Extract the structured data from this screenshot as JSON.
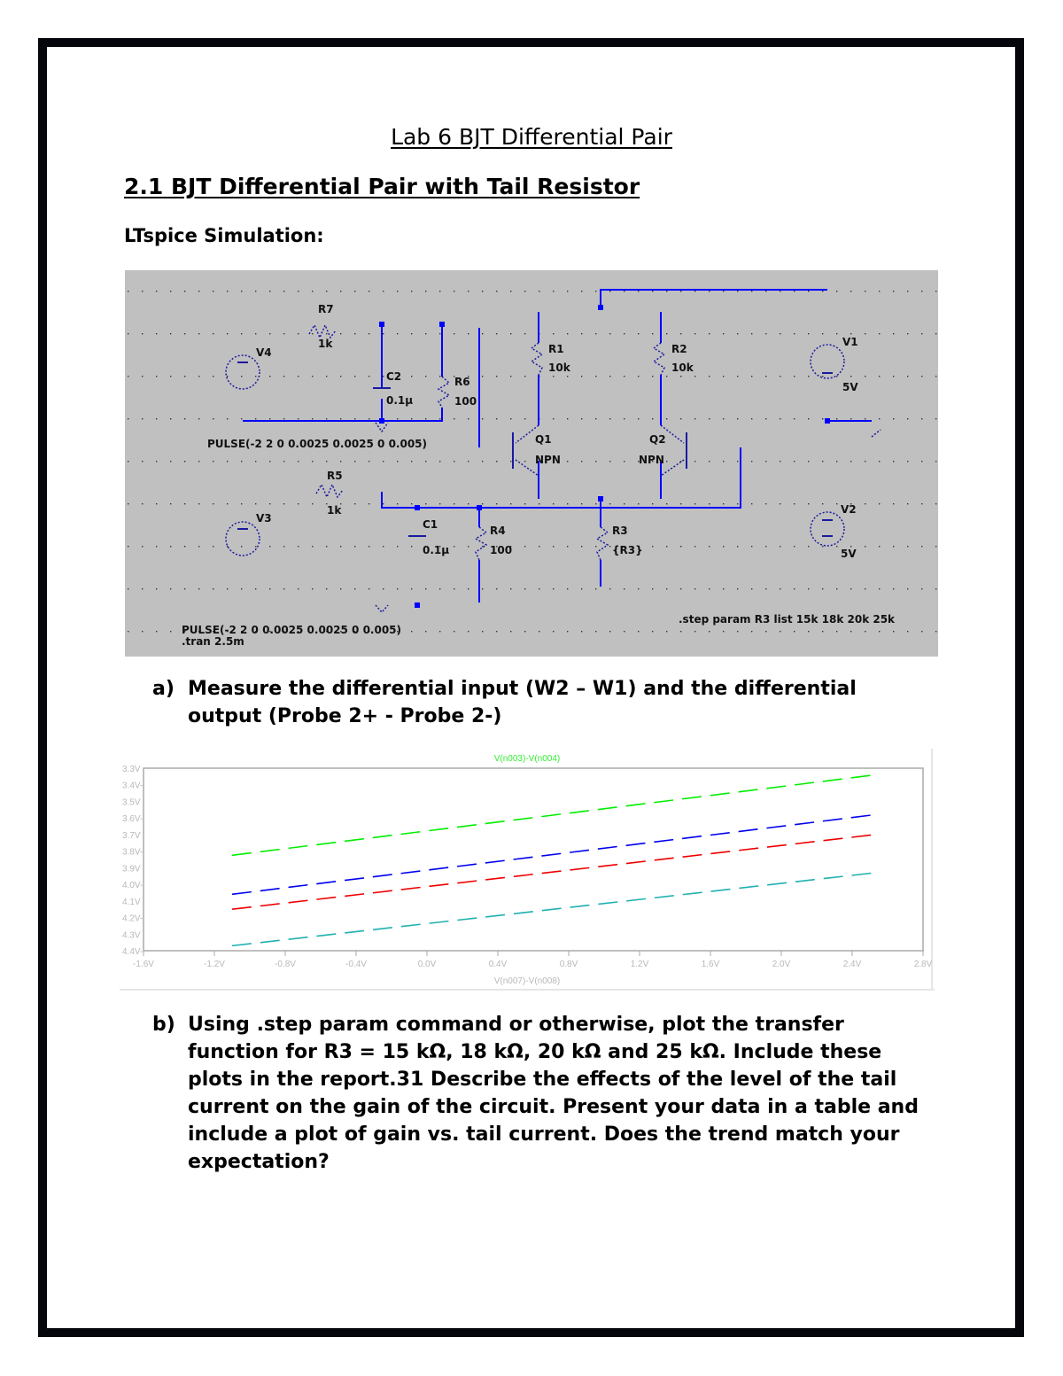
{
  "document": {
    "title": "Lab 6 BJT Differential Pair",
    "section_heading": "2.1 BJT Differential Pair with Tail Resistor",
    "subheading": "LTspice Simulation:"
  },
  "schematic": {
    "background": "#c0c0c0",
    "wire_color": "#0000ff",
    "component_color": "#1a1aa0",
    "components": {
      "R7": {
        "name": "R7",
        "value": "1k"
      },
      "R5": {
        "name": "R5",
        "value": "1k"
      },
      "C2": {
        "name": "C2",
        "value": "0.1µ"
      },
      "C1": {
        "name": "C1",
        "value": "0.1µ"
      },
      "R6": {
        "name": "R6",
        "value": "100"
      },
      "R4": {
        "name": "R4",
        "value": "100"
      },
      "R1": {
        "name": "R1",
        "value": "10k"
      },
      "R2": {
        "name": "R2",
        "value": "10k"
      },
      "R3": {
        "name": "R3",
        "value": "{R3}"
      },
      "Q1": {
        "name": "Q1",
        "value": "NPN"
      },
      "Q2": {
        "name": "Q2",
        "value": "NPN"
      },
      "V1": {
        "name": "V1",
        "value": "5V"
      },
      "V2": {
        "name": "V2",
        "value": "5V"
      },
      "V3": {
        "name": "V3"
      },
      "V4": {
        "name": "V4"
      }
    },
    "v4_source": "PULSE(-2 2 0 0.0025 0.0025 0 0.005)",
    "v3_source": "PULSE(-2 2 0 0.0025 0.0025 0 0.005)",
    "tran_directive": ".tran 2.5m",
    "step_directive": ".step param R3 list 15k 18k 20k 25k"
  },
  "questions": {
    "a": {
      "label": "a)",
      "text": "Measure the differential input (W2 – W1) and the differential output (Probe 2+ - Probe 2-)"
    },
    "b": {
      "label": "b)",
      "text": "Using .step param command or otherwise, plot the transfer function for R3 = 15 kΩ, 18 kΩ, 20 kΩ and 25 kΩ. Include these plots in the report.31 Describe the effects of the level of the tail current on the gain of the circuit. Present your data in a table and include a plot of gain vs. tail current. Does the trend match your expectation?"
    }
  },
  "chart_data": {
    "type": "line",
    "title": "V(n003)-V(n004)",
    "xlabel": "V(n007)-V(n008)",
    "ylabel": "",
    "x_ticks": [
      "-1.6V",
      "-1.2V",
      "-0.8V",
      "-0.4V",
      "0.0V",
      "0.4V",
      "0.8V",
      "1.2V",
      "1.6V",
      "2.0V",
      "2.4V",
      "2.8V"
    ],
    "y_ticks": [
      "3.3V",
      "3.4V",
      "3.5V",
      "3.6V",
      "3.7V",
      "3.8V",
      "3.9V",
      "4.0V",
      "4.1V",
      "4.2V",
      "4.3V",
      "4.4V"
    ],
    "xlim": [
      -1.6,
      2.8
    ],
    "ylim_top_to_bottom": [
      3.3,
      4.4
    ],
    "grid": false,
    "legend": "none",
    "line_style": "dashed",
    "series": [
      {
        "name": "trace-green",
        "color": "#00ee00",
        "x": [
          -1.1,
          2.53
        ],
        "y": [
          3.825,
          3.34
        ]
      },
      {
        "name": "trace-blue",
        "color": "#0000ee",
        "x": [
          -1.1,
          2.53
        ],
        "y": [
          4.06,
          3.58
        ]
      },
      {
        "name": "trace-red",
        "color": "#ee0000",
        "x": [
          -1.1,
          2.53
        ],
        "y": [
          4.15,
          3.7
        ]
      },
      {
        "name": "trace-cyan",
        "color": "#20b0b0",
        "x": [
          -1.1,
          2.53
        ],
        "y": [
          4.37,
          3.93
        ]
      }
    ]
  }
}
